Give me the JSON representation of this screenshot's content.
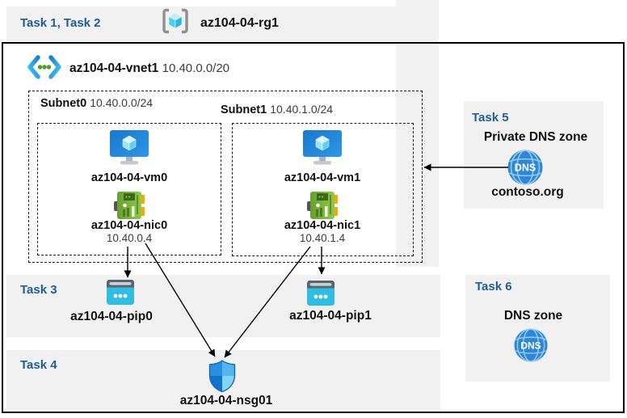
{
  "header": {
    "tasks": "Task 1, Task 2",
    "resource_group": "az104-04-rg1"
  },
  "vnet": {
    "name": "az104-04-vnet1",
    "cidr": "10.40.0.0/20",
    "subnets": [
      {
        "name": "Subnet0",
        "cidr": "10.40.0.0/24",
        "vm": "az104-04-vm0",
        "nic": "az104-04-nic0",
        "ip": "10.40.0.4"
      },
      {
        "name": "Subnet1",
        "cidr": "10.40.1.0/24",
        "vm": "az104-04-vm1",
        "nic": "az104-04-nic1",
        "ip": "10.40.1.4"
      }
    ]
  },
  "task3": {
    "label": "Task 3",
    "pip0": "az104-04-pip0",
    "pip1": "az104-04-pip1"
  },
  "task4": {
    "label": "Task 4",
    "nsg": "az104-04-nsg01"
  },
  "task5": {
    "label": "Task 5",
    "title": "Private DNS zone",
    "zone": "contoso.org"
  },
  "task6": {
    "label": "Task 6",
    "title": "DNS zone"
  },
  "icons": {
    "dns_text": "DNS",
    "resource_group_icon": "bracketed cube",
    "vnet_icon": "chevrons with dots",
    "vm_icon": "monitor with cube",
    "nic_icon": "network interface card",
    "pip_icon": "public ip address",
    "nsg_icon": "shield",
    "dns_icon": "globe with DNS"
  },
  "colors": {
    "task_label_blue": "#1F5C99",
    "band_gray": "#F1F1F1",
    "arrow_black": "#000000",
    "vm_blue": "#2286DE",
    "nic_green": "#79B23B",
    "pip_cyan": "#2FBEE2",
    "pip_bar_gray": "#59646E",
    "shield_blue": "#2A8FE0",
    "dns_blue": "#2E86D6",
    "cube_cyan": "#54CDEE"
  }
}
